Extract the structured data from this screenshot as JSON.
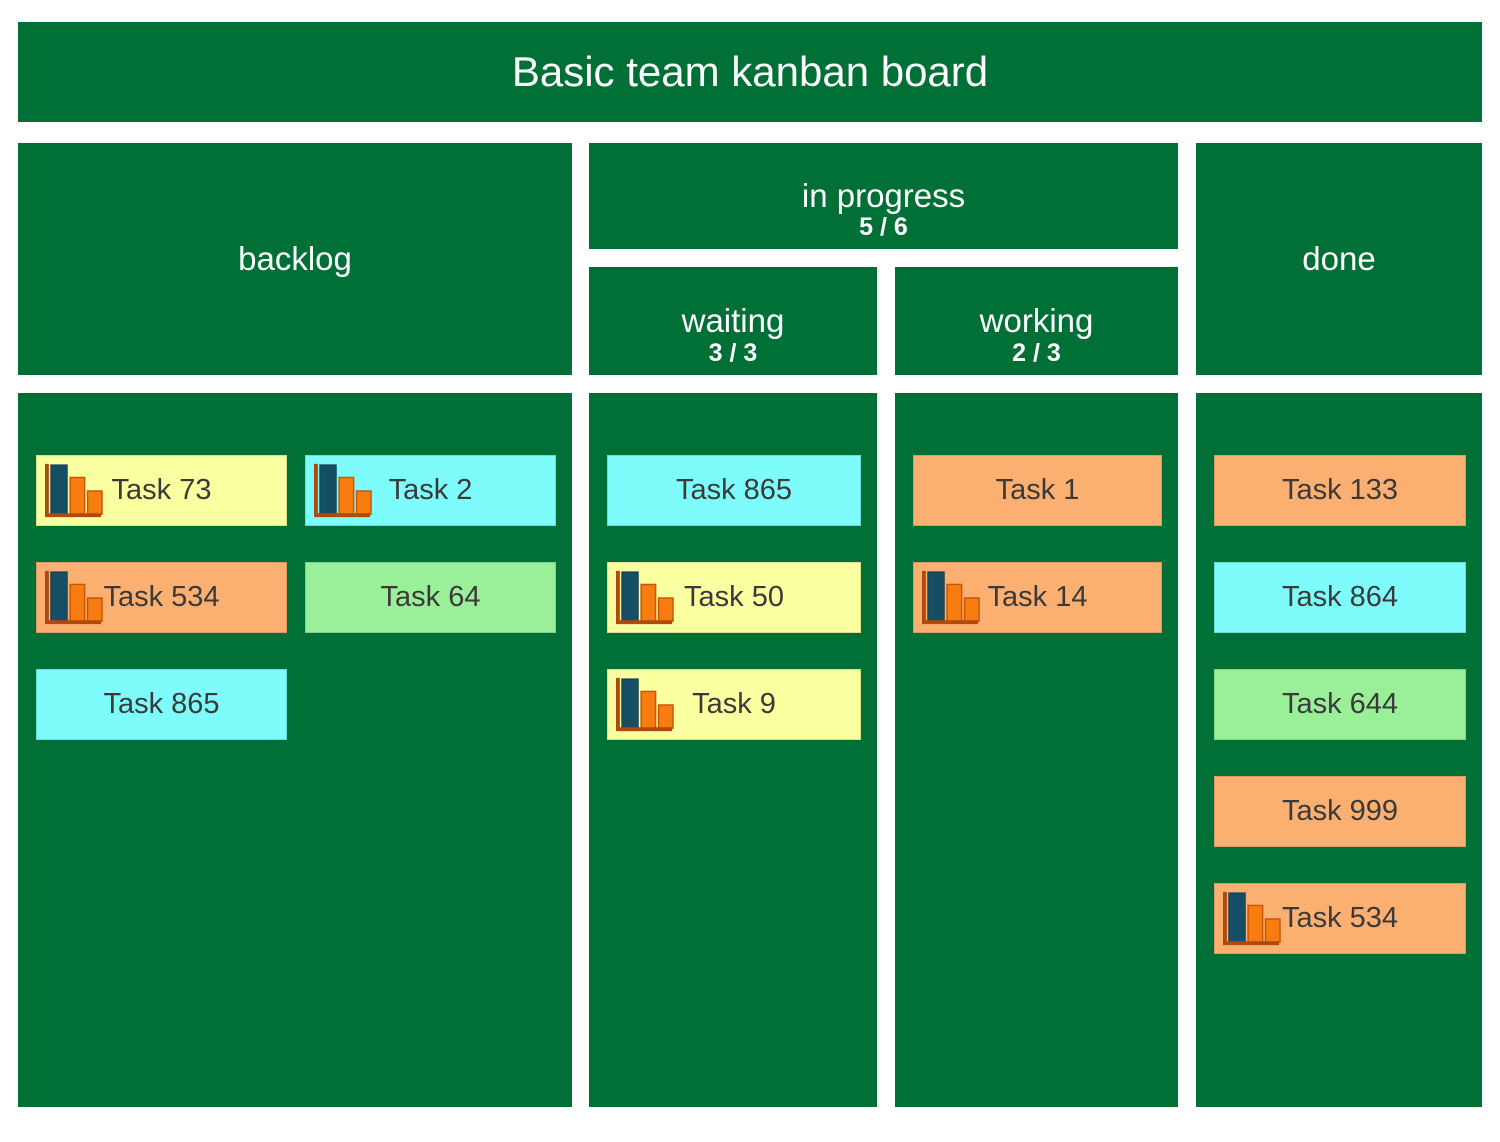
{
  "palette": {
    "board_green": "#007037",
    "header_text": "#FFFFFF",
    "card_yellow": "#FAFFA0",
    "card_cyan": "#7EFBFB",
    "card_orange": "#FBB072",
    "card_green": "#99F098",
    "card_text": "#3A3A3A",
    "icon_navy": "#164E66",
    "icon_orange": "#F87D10",
    "icon_axis": "#B04A0C"
  },
  "title": "Basic team kanban board",
  "columns": {
    "backlog": {
      "label": "backlog"
    },
    "in_progress": {
      "label": "in progress",
      "count": "5 / 6"
    },
    "waiting": {
      "label": "waiting",
      "count": "3 / 3"
    },
    "working": {
      "label": "working",
      "count": "2 / 3"
    },
    "done": {
      "label": "done"
    }
  },
  "cards": {
    "backlog": [
      {
        "label": "Task 73",
        "color": "yellow",
        "icon": "bar-chart-icon"
      },
      {
        "label": "Task 2",
        "color": "cyan",
        "icon": "bar-chart-icon"
      },
      {
        "label": "Task 534",
        "color": "orange",
        "icon": "bar-chart-icon"
      },
      {
        "label": "Task 64",
        "color": "green",
        "icon": null
      },
      {
        "label": "Task 865",
        "color": "cyan",
        "icon": null
      }
    ],
    "waiting": [
      {
        "label": "Task 865",
        "color": "cyan",
        "icon": null
      },
      {
        "label": "Task 50",
        "color": "yellow",
        "icon": "bar-chart-icon"
      },
      {
        "label": "Task 9",
        "color": "yellow",
        "icon": "bar-chart-icon"
      }
    ],
    "working": [
      {
        "label": "Task 1",
        "color": "orange",
        "icon": null
      },
      {
        "label": "Task 14",
        "color": "orange",
        "icon": "bar-chart-icon"
      }
    ],
    "done": [
      {
        "label": "Task 133",
        "color": "orange",
        "icon": null
      },
      {
        "label": "Task 864",
        "color": "cyan",
        "icon": null
      },
      {
        "label": "Task 644",
        "color": "green",
        "icon": null
      },
      {
        "label": "Task 999",
        "color": "orange",
        "icon": null
      },
      {
        "label": "Task 534",
        "color": "orange",
        "icon": "bar-chart-icon"
      }
    ]
  }
}
